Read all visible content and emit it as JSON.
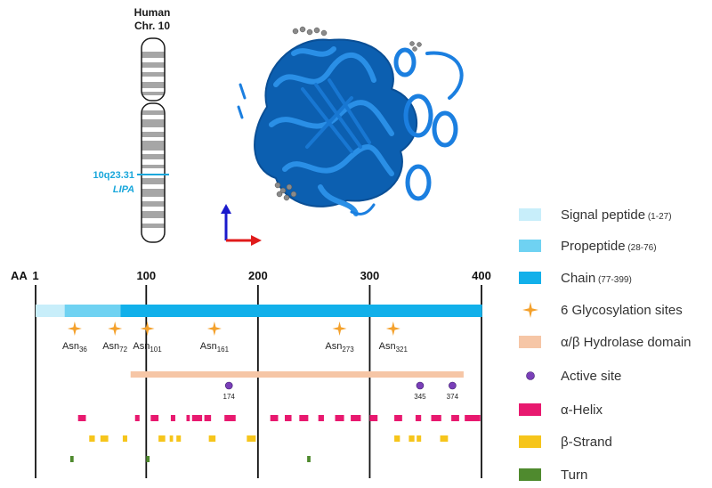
{
  "chromosome": {
    "title_line1": "Human",
    "title_line2": "Chr. 10",
    "band_label": "10q23.31",
    "gene_label": "LIPA"
  },
  "axis": {
    "label": "AA",
    "ticks": [
      "1",
      "100",
      "200",
      "300",
      "400"
    ]
  },
  "glycosylation_sites": [
    {
      "prefix": "Asn",
      "position": "36"
    },
    {
      "prefix": "Asn",
      "position": "72"
    },
    {
      "prefix": "Asn",
      "position": "101"
    },
    {
      "prefix": "Asn",
      "position": "161"
    },
    {
      "prefix": "Asn",
      "position": "273"
    },
    {
      "prefix": "Asn",
      "position": "321"
    }
  ],
  "active_sites": [
    "174",
    "345",
    "374"
  ],
  "legend": [
    {
      "label": "Signal peptide",
      "range": "(1-27)",
      "color": "#c8eefa",
      "shape": "rect"
    },
    {
      "label": "Propeptide",
      "range": "(28-76)",
      "color": "#6fd2f2",
      "shape": "rect"
    },
    {
      "label": "Chain",
      "range": "(77-399)",
      "color": "#12b0ea",
      "shape": "rect"
    },
    {
      "label": "6 Glycosylation sites",
      "range": "",
      "color": "#f4a12c",
      "shape": "star"
    },
    {
      "label": "α/β Hydrolase domain",
      "range": "",
      "color": "#f6c6a6",
      "shape": "rect"
    },
    {
      "label": "Active site",
      "range": "",
      "color": "#7a3fb8",
      "shape": "dot"
    },
    {
      "label": "α-Helix",
      "range": "",
      "color": "#e8196f",
      "shape": "rect"
    },
    {
      "label": "β-Strand",
      "range": "",
      "color": "#f6c51b",
      "shape": "rect"
    },
    {
      "label": "Turn",
      "range": "",
      "color": "#4f8a2e",
      "shape": "rect"
    }
  ]
}
